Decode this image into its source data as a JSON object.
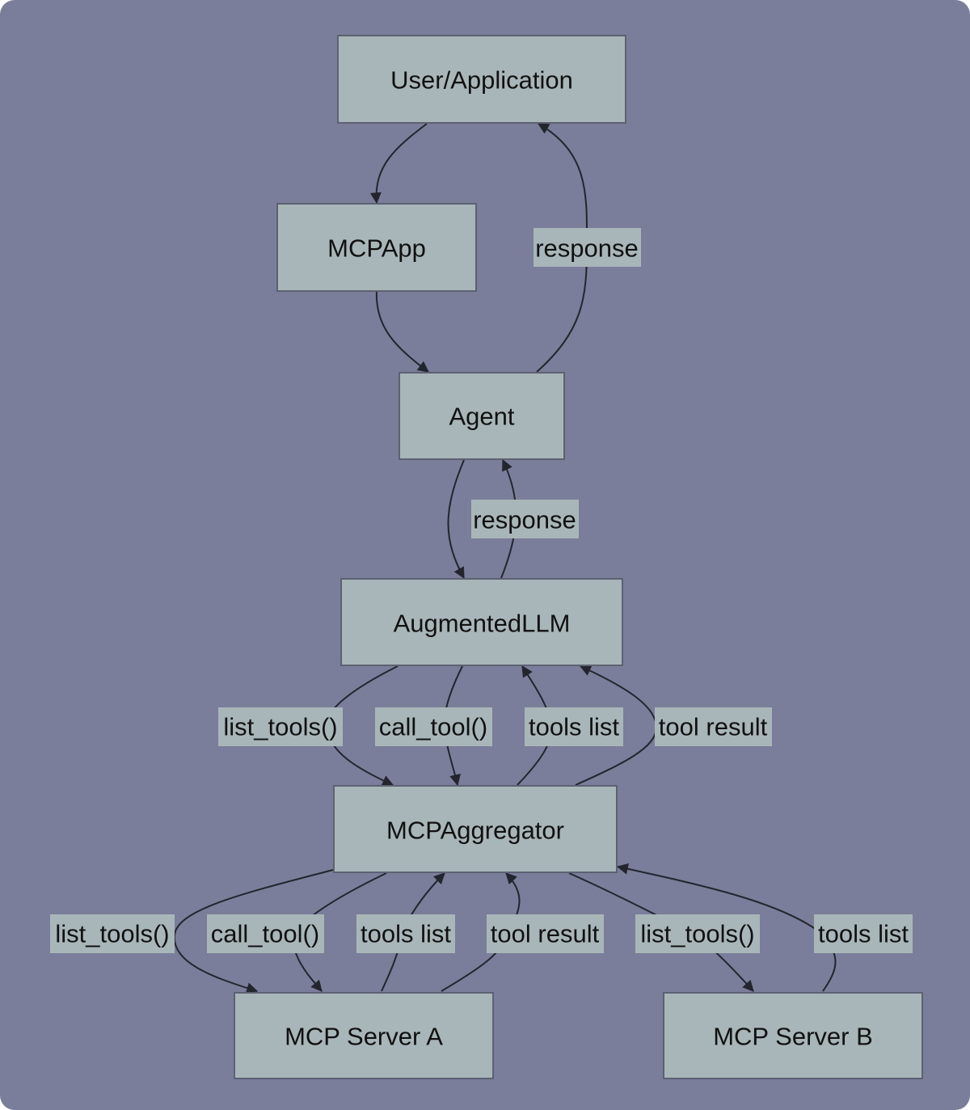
{
  "diagram": {
    "nodes": [
      {
        "id": "user",
        "label": "User/Application"
      },
      {
        "id": "mcpapp",
        "label": "MCPApp"
      },
      {
        "id": "agent",
        "label": "Agent"
      },
      {
        "id": "llm",
        "label": "AugmentedLLM"
      },
      {
        "id": "aggregator",
        "label": "MCPAggregator"
      },
      {
        "id": "serverA",
        "label": "MCP Server A"
      },
      {
        "id": "serverB",
        "label": "MCP Server B"
      }
    ],
    "edges": [
      {
        "from": "user",
        "to": "mcpapp",
        "label": ""
      },
      {
        "from": "mcpapp",
        "to": "agent",
        "label": ""
      },
      {
        "from": "agent",
        "to": "user",
        "label": "response"
      },
      {
        "from": "agent",
        "to": "llm",
        "label": ""
      },
      {
        "from": "llm",
        "to": "agent",
        "label": "response"
      },
      {
        "from": "llm",
        "to": "aggregator",
        "label": "list_tools()"
      },
      {
        "from": "llm",
        "to": "aggregator",
        "label": "call_tool()"
      },
      {
        "from": "aggregator",
        "to": "llm",
        "label": "tools list"
      },
      {
        "from": "aggregator",
        "to": "llm",
        "label": "tool result"
      },
      {
        "from": "aggregator",
        "to": "serverA",
        "label": "list_tools()"
      },
      {
        "from": "aggregator",
        "to": "serverA",
        "label": "call_tool()"
      },
      {
        "from": "serverA",
        "to": "aggregator",
        "label": "tools list"
      },
      {
        "from": "serverA",
        "to": "aggregator",
        "label": "tool result"
      },
      {
        "from": "aggregator",
        "to": "serverB",
        "label": "list_tools()"
      },
      {
        "from": "serverB",
        "to": "aggregator",
        "label": "tools list"
      }
    ]
  },
  "colors": {
    "background": "#7a7e9a",
    "node_fill": "#a9b6b9",
    "node_stroke": "#5c6172",
    "edge": "#23252e",
    "text": "#111111"
  }
}
